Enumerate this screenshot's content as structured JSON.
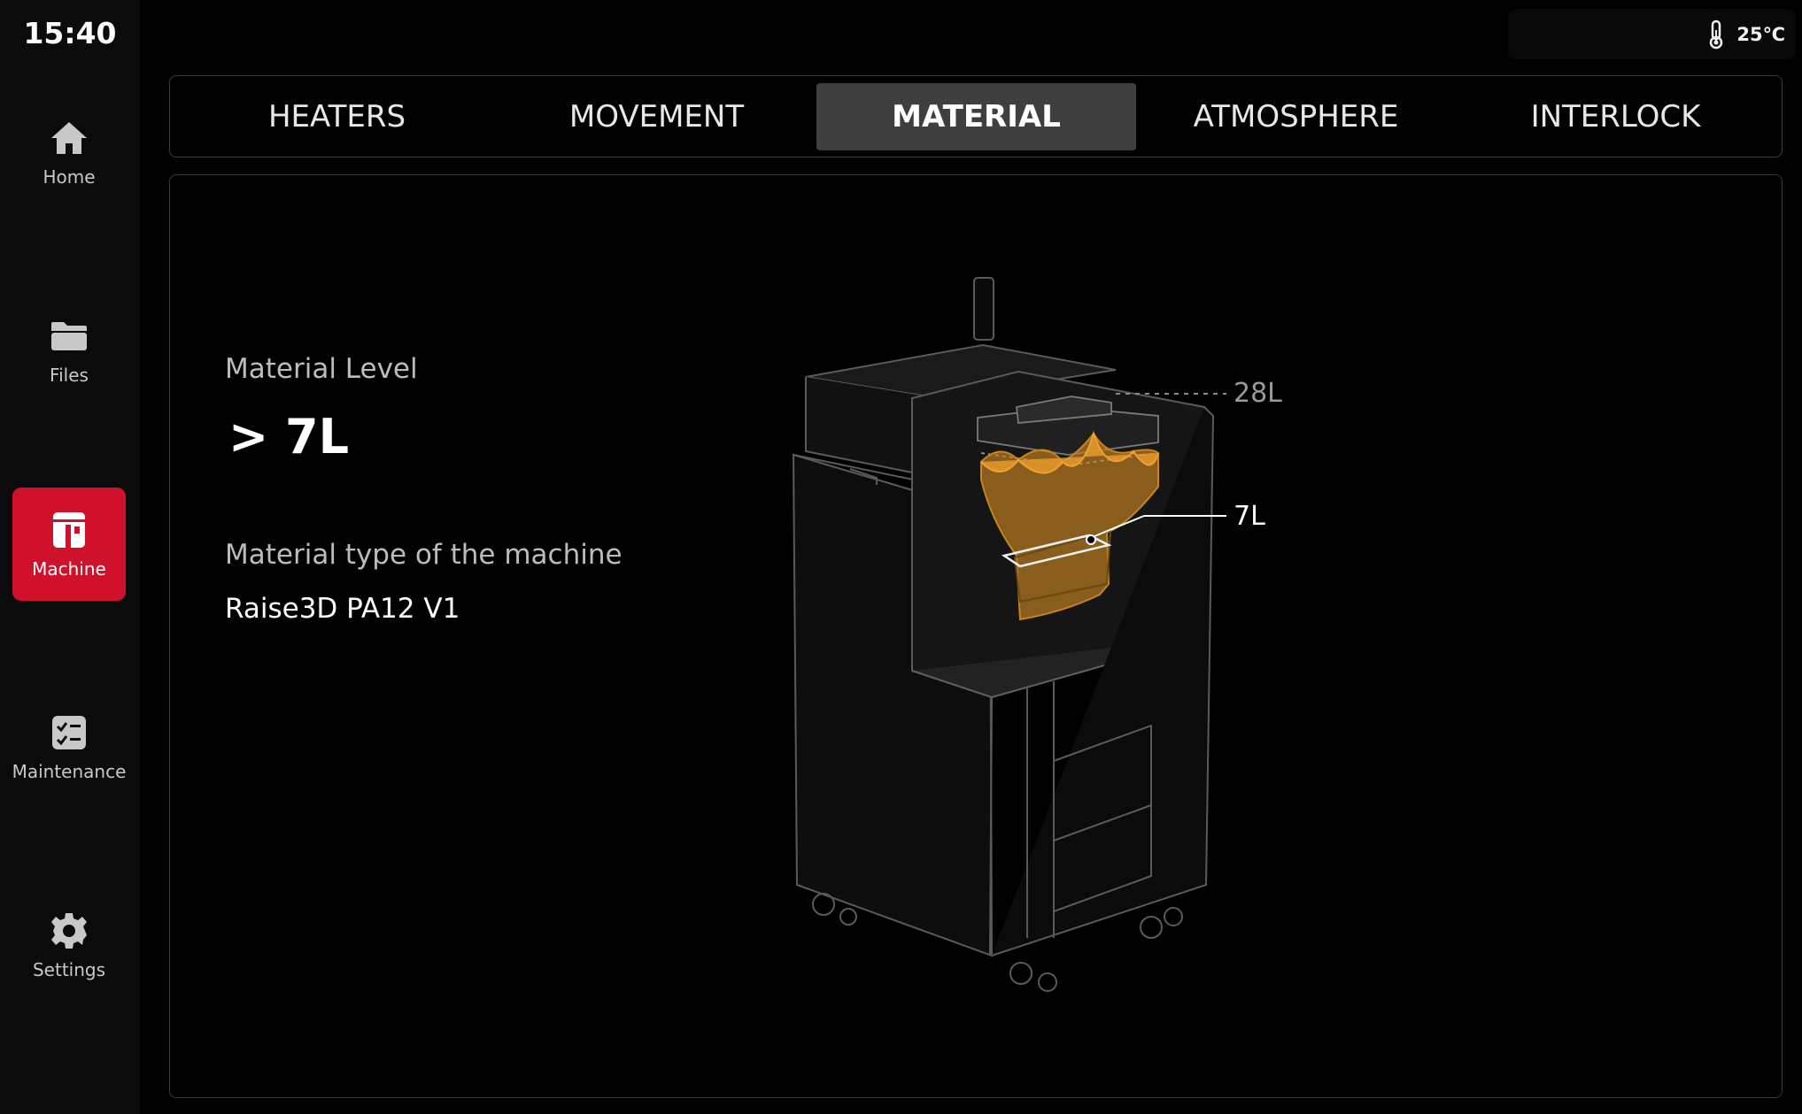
{
  "status_bar": {
    "clock": "15:40",
    "temperature": "25℃",
    "temperature_icon": "thermometer-icon"
  },
  "sidebar": {
    "items": [
      {
        "label": "Home",
        "icon": "home-icon",
        "active": false
      },
      {
        "label": "Files",
        "icon": "folder-icon",
        "active": false
      },
      {
        "label": "Machine",
        "icon": "machine-icon",
        "active": true
      },
      {
        "label": "Maintenance",
        "icon": "checklist-icon",
        "active": false
      },
      {
        "label": "Settings",
        "icon": "gear-icon",
        "active": false
      }
    ]
  },
  "tabs": [
    {
      "label": "HEATERS",
      "active": false
    },
    {
      "label": "MOVEMENT",
      "active": false
    },
    {
      "label": "MATERIAL",
      "active": true
    },
    {
      "label": "ATMOSPHERE",
      "active": false
    },
    {
      "label": "INTERLOCK",
      "active": false
    }
  ],
  "material": {
    "level_label": "Material Level",
    "level_value": "> 7L",
    "type_label": "Material type of the machine",
    "type_value": "Raise3D PA12 V1",
    "capacity_mark": "28L",
    "current_mark": "7L"
  },
  "colors": {
    "accent": "#d0112b",
    "material": "#c8841e",
    "tab_active": "#3f3f3f"
  }
}
